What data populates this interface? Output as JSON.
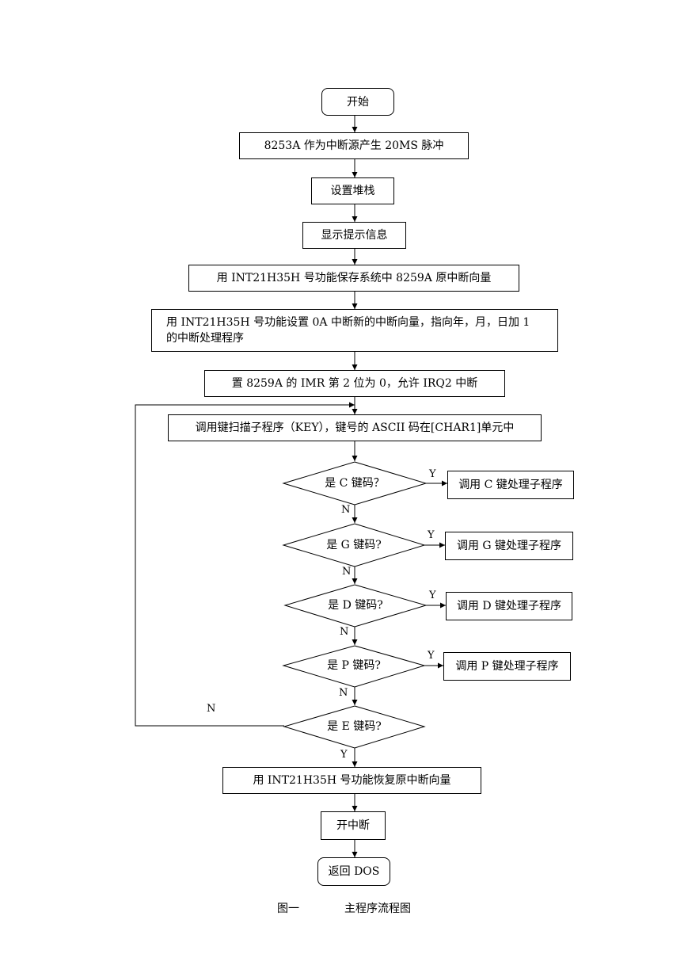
{
  "flowchart": {
    "start": "开始",
    "step_8253": "8253A 作为中断源产生 20MS 脉冲",
    "step_stack": "设置堆栈",
    "step_prompt": "显示提示信息",
    "step_save_vector": "用 INT21H35H 号功能保存系统中 8259A 原中断向量",
    "step_set_vector": "用 INT21H35H 号功能设置 0A 中断新的中断向量，指向年，月，日加 1 的中断处理程序",
    "step_imr": "置 8259A 的 IMR 第 2 位为 0，允许 IRQ2 中断",
    "step_scan": "调用键扫描子程序（KEY），键号的 ASCII 码在[CHAR1]单元中",
    "decision_c": "是 C 键码？",
    "decision_g": "是 G 键码?",
    "decision_d": "是 D 键码?",
    "decision_p": "是 P 键码?",
    "decision_e": "是 E 键码?",
    "call_c": "调用 C 键处理子程序",
    "call_g": "调用 G 键处理子程序",
    "call_d": "调用 D 键处理子程序",
    "call_p": "调用 P 键处理子程序",
    "step_restore": "用 INT21H35H 号功能恢复原中断向量",
    "step_enable": "开中断",
    "end": "返回 DOS",
    "yes": "Y",
    "no": "N"
  },
  "caption": {
    "figure_no": "图一",
    "title": "主程序流程图"
  }
}
